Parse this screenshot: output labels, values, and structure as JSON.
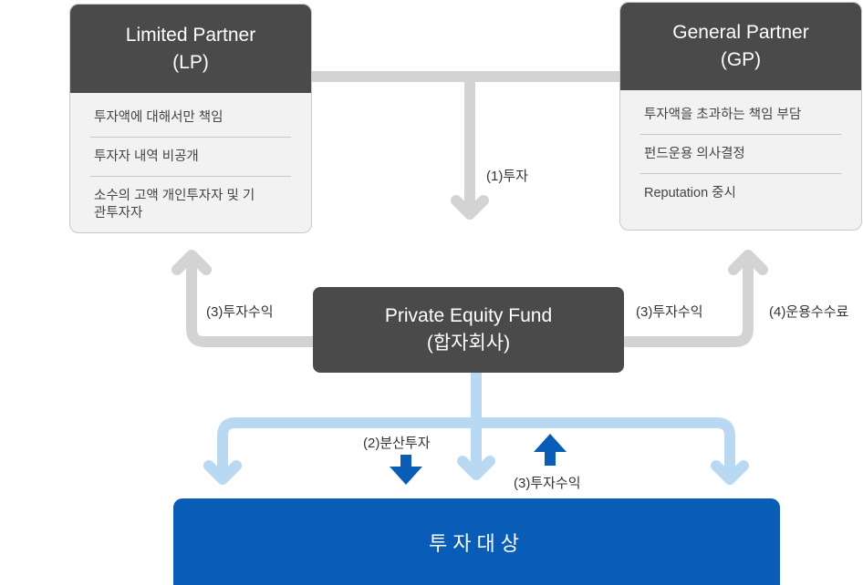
{
  "lp": {
    "title": "Limited Partner",
    "abbr": "(LP)",
    "items": [
      "투자액에 대해서만 책임",
      "투자자 내역 비공개",
      "소수의 고액 개인투자자 및 기관투자자"
    ]
  },
  "gp": {
    "title": "General Partner",
    "abbr": "(GP)",
    "items": [
      "투자액을 초과하는 책임 부담",
      "펀드운용 의사결정",
      "Reputation 중시"
    ]
  },
  "fund": {
    "title": "Private Equity Fund",
    "subtitle": "(합자회사)"
  },
  "target": {
    "label": "투자대상"
  },
  "labels": {
    "invest": "(1)투자",
    "diversified": "(2)분산투자",
    "return_left": "(3)투자수익",
    "return_right": "(3)투자수익",
    "return_bottom": "(3)투자수익",
    "mgmt_fee": "(4)운용수수료"
  },
  "colors": {
    "dark_box": "#4a4a4a",
    "gray_arrow": "#d3d3d3",
    "light_blue_arrow": "#b9d9f2",
    "dark_blue": "#0a5db6"
  }
}
